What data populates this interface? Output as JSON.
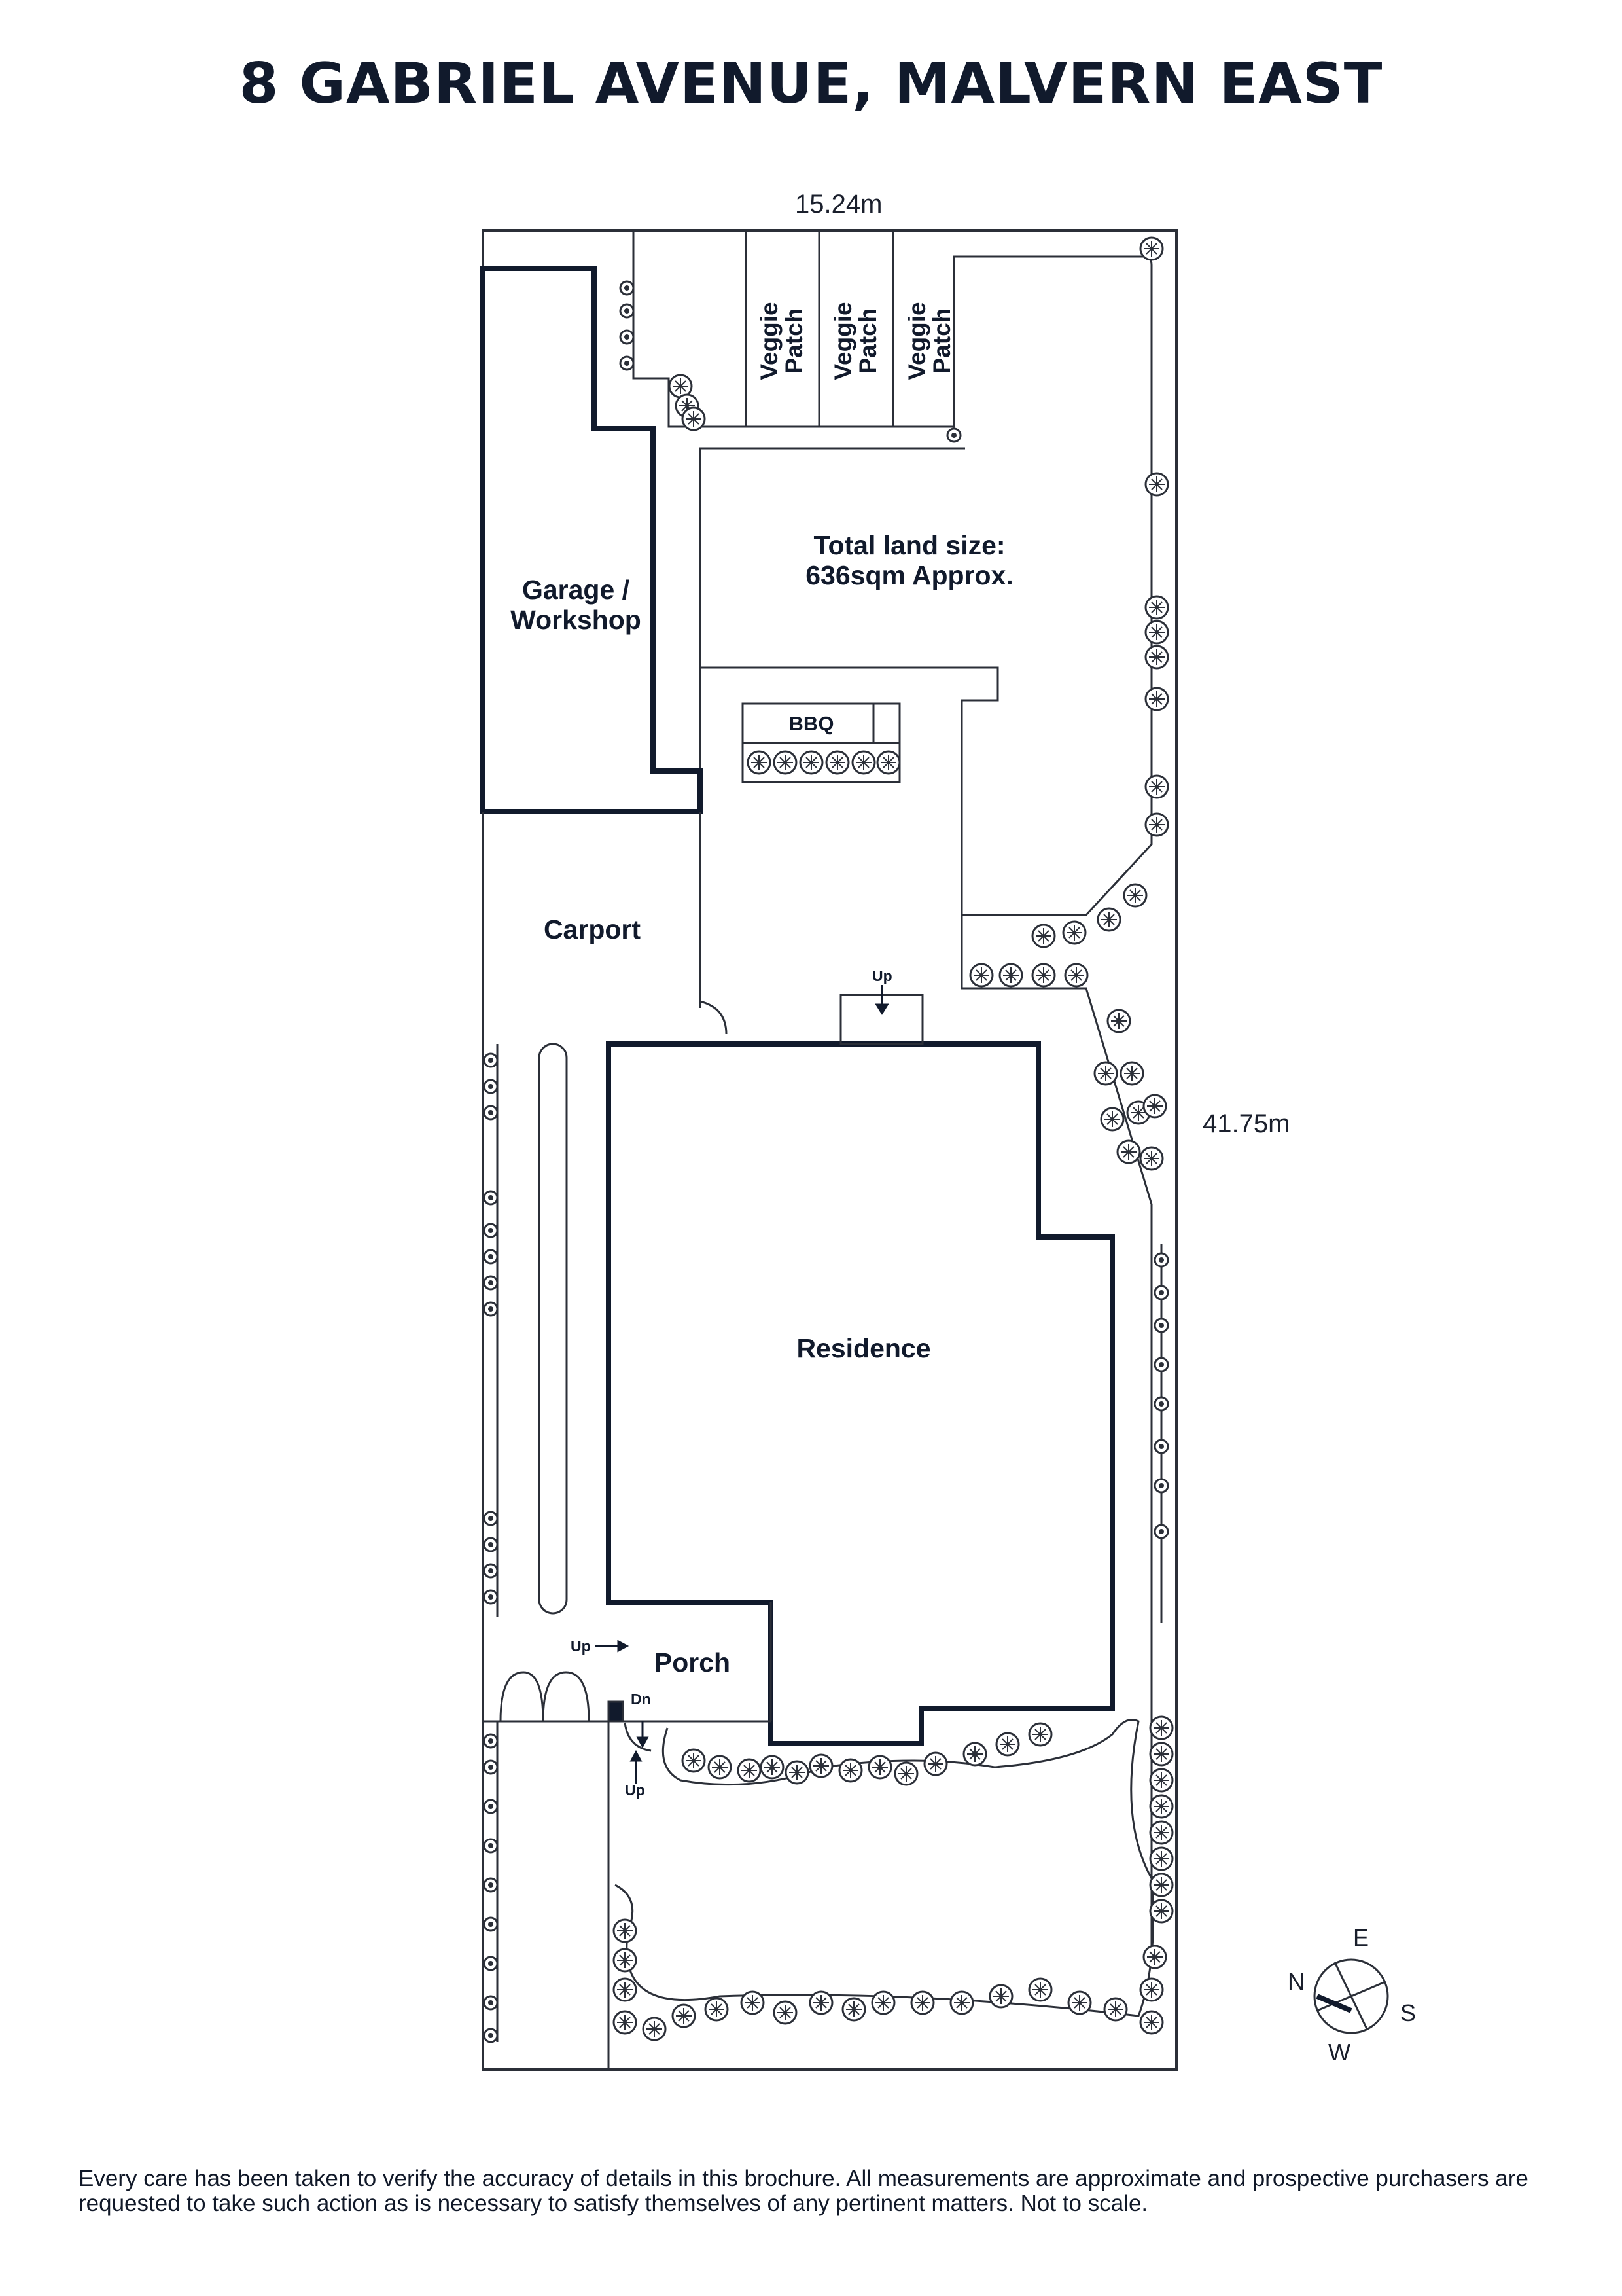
{
  "title": "8 GABRIEL AVENUE, MALVERN EAST",
  "dimensions": {
    "frontage": "15.24m",
    "depth": "41.75m"
  },
  "areas": {
    "garage": "Garage / Workshop",
    "land_size": "Total land size: 636sqm Approx.",
    "carport": "Carport",
    "residence": "Residence",
    "porch": "Porch",
    "bbq": "BBQ",
    "veggie_patch": "Veggie Patch"
  },
  "annotations": {
    "up": "Up",
    "down": "Dn"
  },
  "compass": {
    "n": "N",
    "e": "E",
    "s": "S",
    "w": "W"
  },
  "disclaimer": "Every care has been taken to verify the accuracy of details in this brochure. All measurements are approximate and prospective purchasers are requested to take such action as is necessary to satisfy themselves of any pertinent matters. Not to scale.",
  "colors": {
    "ink": "#111a2c",
    "line": "#2b2f38"
  }
}
